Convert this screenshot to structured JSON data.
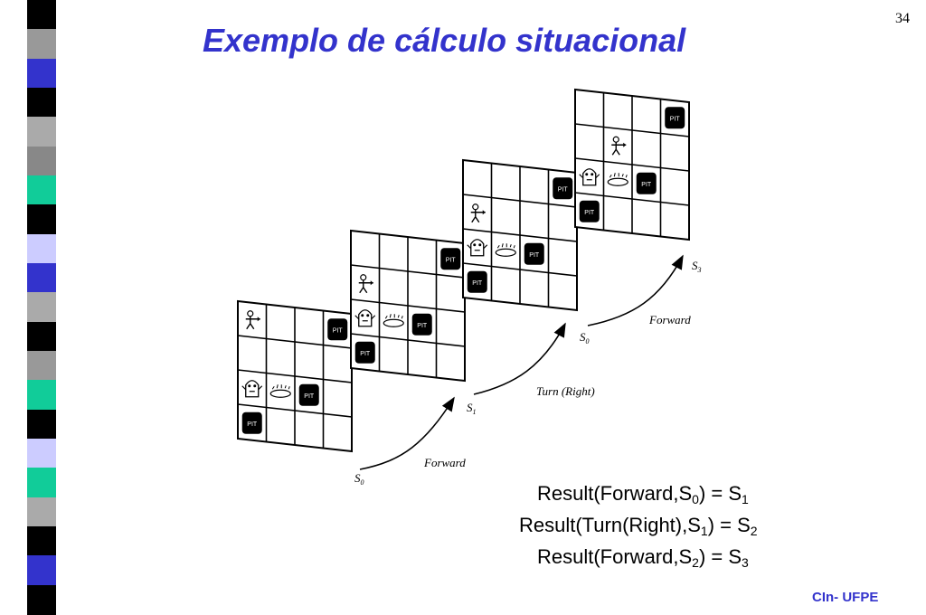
{
  "slide": {
    "title": "Exemplo de cálculo situacional",
    "page_number": "34",
    "footer": "CIn- UFPE"
  },
  "decoration": {
    "stripe_colors": [
      "#000000",
      "#999999",
      "#3333cc",
      "#000000",
      "#aaaaaa",
      "#888888",
      "#11cc99",
      "#000000",
      "#ccccff",
      "#3333cc",
      "#aaaaaa",
      "#000000",
      "#999999",
      "#11cc99",
      "#000000",
      "#ccccff",
      "#11cc99",
      "#aaaaaa",
      "#000000",
      "#3333cc",
      "#000000"
    ]
  },
  "diagram": {
    "pit_label": "PIT",
    "transitions": [
      {
        "action": "Forward",
        "from_state": "S",
        "from_sub": "0"
      },
      {
        "action": "Turn (Right)",
        "from_state": "S",
        "from_sub": "1"
      },
      {
        "action": "Forward",
        "from_state": "S",
        "from_sub": "0"
      }
    ],
    "final_state": {
      "name": "S",
      "sub": "3"
    }
  },
  "equations": [
    {
      "left": "Result(Forward,S",
      "arg_sub": "0",
      "right": ") = S",
      "res_sub": "1"
    },
    {
      "left": "Result(Turn(Right),S",
      "arg_sub": "1",
      "right": ") = S",
      "res_sub": "2"
    },
    {
      "left": "Result(Forward,S",
      "arg_sub": "2",
      "right": ") = S",
      "res_sub": "3"
    }
  ]
}
